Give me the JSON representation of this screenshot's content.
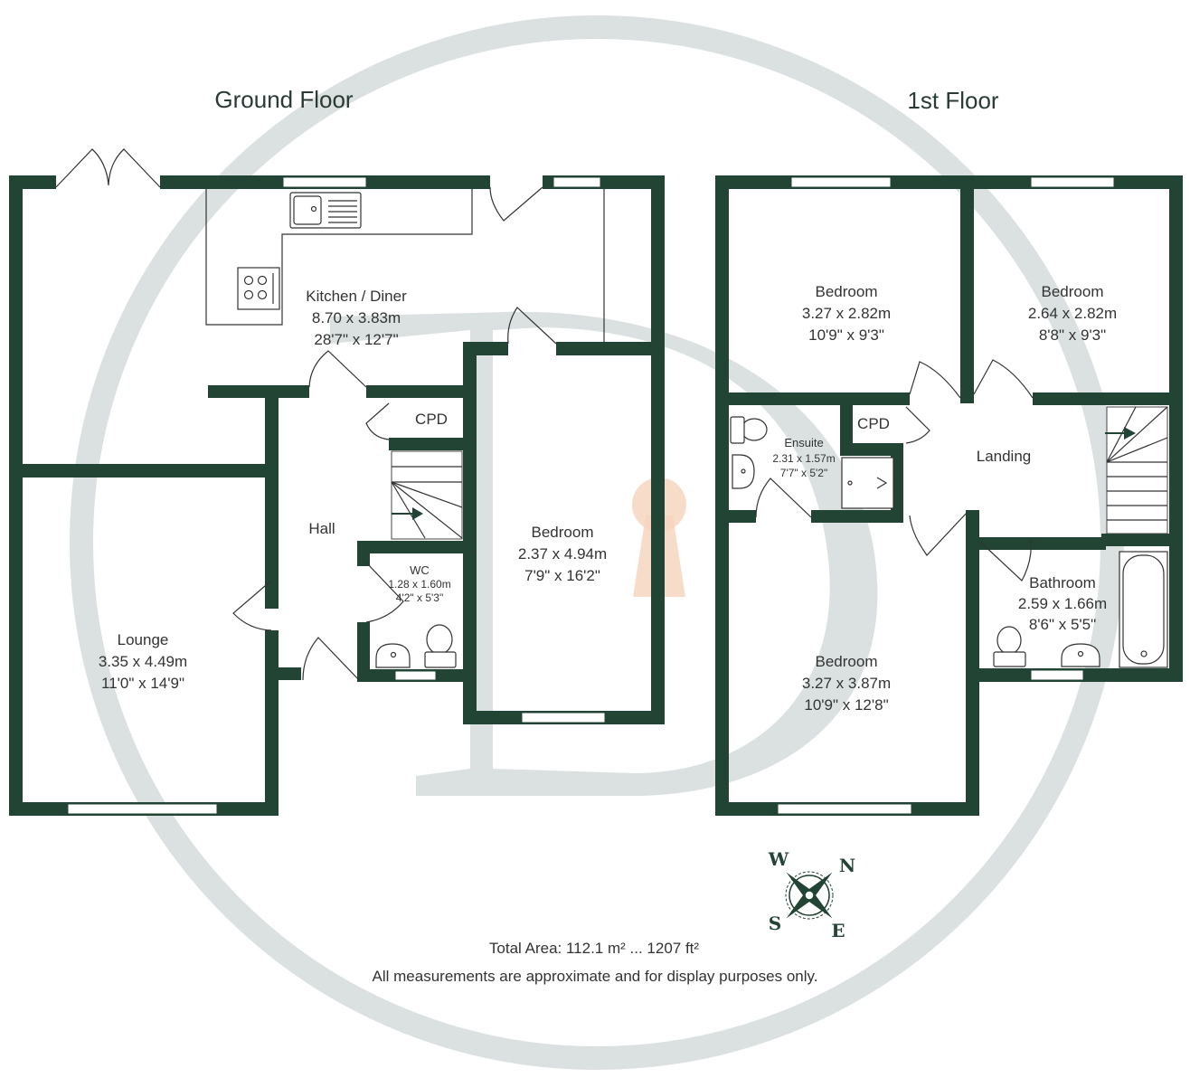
{
  "floors": [
    {
      "title": "Ground Floor",
      "rooms": [
        {
          "name": "Kitchen / Diner",
          "metric": "8.70 x 3.83m",
          "imperial": "28'7\" x 12'7\""
        },
        {
          "name": "Hall",
          "metric": "",
          "imperial": ""
        },
        {
          "name": "CPD",
          "metric": "",
          "imperial": ""
        },
        {
          "name": "WC",
          "metric": "1.28 x 1.60m",
          "imperial": "4'2\" x 5'3\""
        },
        {
          "name": "Bedroom",
          "metric": "2.37 x 4.94m",
          "imperial": "7'9\" x 16'2\""
        },
        {
          "name": "Lounge",
          "metric": "3.35 x 4.49m",
          "imperial": "11'0\" x 14'9\""
        }
      ]
    },
    {
      "title": "1st Floor",
      "rooms": [
        {
          "name": "Bedroom",
          "metric": "3.27 x 2.82m",
          "imperial": "10'9\" x 9'3\""
        },
        {
          "name": "Bedroom",
          "metric": "2.64 x 2.82m",
          "imperial": "8'8\" x 9'3\""
        },
        {
          "name": "CPD",
          "metric": "",
          "imperial": ""
        },
        {
          "name": "Ensuite",
          "metric": "2.31 x 1.57m",
          "imperial": "7'7\" x 5'2\""
        },
        {
          "name": "Landing",
          "metric": "",
          "imperial": ""
        },
        {
          "name": "Bathroom",
          "metric": "2.59 x 1.66m",
          "imperial": "8'6\" x 5'5\""
        },
        {
          "name": "Bedroom",
          "metric": "3.27 x 3.87m",
          "imperial": "10'9\" x 12'8\""
        }
      ]
    }
  ],
  "compass": {
    "north": "N",
    "south": "S",
    "east": "E",
    "west": "W"
  },
  "footer": {
    "total_area": "Total Area: 112.1 m² ... 1207 ft²",
    "disclaimer": "All measurements are approximate and for display purposes only."
  },
  "colors": {
    "wall": "#224434",
    "watermark": "#d5dcdc",
    "keyhole": "#f6d3bd"
  }
}
